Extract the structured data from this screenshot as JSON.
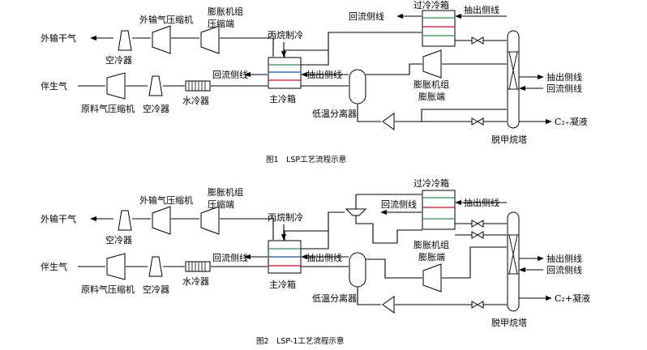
{
  "figure1": {
    "caption": "图1　LSP工艺流程示意",
    "labels": {
      "export_gas": "外输干气",
      "export_compressor": "外输气压缩机",
      "expander_comp_1": "膨胀机组",
      "expander_comp_2": "压缩端",
      "propane_refrig": "丙烷制冷",
      "subcooler": "过冷冷箱",
      "reflux_side_top": "回流侧线",
      "draw_side_top": "抽出侧线",
      "air_cooler_top": "空冷器",
      "associated_gas": "伴生气",
      "raw_compressor": "原料气压缩机",
      "air_cooler_mid": "空冷器",
      "water_cooler": "水冷器",
      "reflux_side_mid": "回流侧线",
      "draw_side_mid": "抽出侧线",
      "main_coldbox": "主冷箱",
      "lt_separator": "低温分离器",
      "expander_exp_1": "膨胀机组",
      "expander_exp_2": "膨胀端",
      "draw_side_right": "抽出侧线",
      "reflux_side_right": "回流侧线",
      "c2_liquid": "C₂₊凝液",
      "demethanizer": "脱甲烷塔"
    }
  },
  "figure2": {
    "caption": "图2　LSP-1工艺流程示意",
    "labels": {
      "export_gas": "外输干气",
      "export_compressor": "外输气压缩机",
      "expander_comp_1": "膨胀机组",
      "expander_comp_2": "压缩端",
      "propane_refrig": "丙烷制冷",
      "subcooler": "过冷冷箱",
      "reflux_side_top": "回流侧线",
      "draw_side_top": "抽出侧线",
      "air_cooler_top": "空冷器",
      "associated_gas": "伴生气",
      "raw_compressor": "原料气压缩机",
      "air_cooler_mid": "空冷器",
      "water_cooler": "水冷器",
      "reflux_side_mid": "回流侧线",
      "draw_side_mid": "抽出侧线",
      "main_coldbox": "主冷箱",
      "lt_separator": "低温分离器",
      "expander_exp_1": "膨胀机组",
      "expander_exp_2": "膨胀端",
      "draw_side_right": "抽出侧线",
      "reflux_side_right": "回流侧线",
      "c2_liquid": "C₂+凝液",
      "demethanizer": "脱甲烷塔"
    }
  }
}
